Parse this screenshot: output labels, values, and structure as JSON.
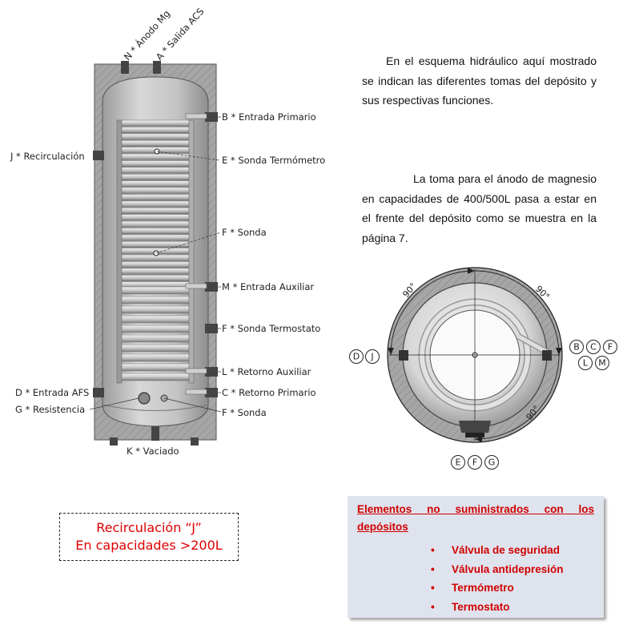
{
  "tank_labels": {
    "n_anode": "N * Ánodo Mg",
    "a_acs": "A * Salida ACS",
    "b_primario": "B * Entrada Primario",
    "j_recirc": "J * Recirculación",
    "e_sonda": "E * Sonda Termómetro",
    "f_sonda_mid": "F * Sonda",
    "m_auxiliar": "M * Entrada Auxiliar",
    "f_termostato": "F * Sonda Termostato",
    "l_retorno_aux": "L * Retorno Auxiliar",
    "d_afs": "D * Entrada AFS",
    "c_retorno_prim": "C * Retorno Primario",
    "g_resistencia": "G * Resistencia",
    "f_sonda_bottom": "F * Sonda",
    "k_vaciado": "K * Vaciado"
  },
  "paragraphs": {
    "p1": "En el esquema hidráulico aquí mostrado se indican las diferentes tomas del depósito y sus respectivas funciones.",
    "p2": "La toma para el ánodo de magnesio en capacidades de 400/500L pasa a estar en el frente del depósito como se muestra en la página 7."
  },
  "top_view": {
    "angle_top_left": "90°",
    "angle_top_right": "90°",
    "angle_bottom_right": "90°",
    "left_letters": [
      "D",
      "J"
    ],
    "right_letters_top": [
      "B",
      "C",
      "F"
    ],
    "right_letters_bottom": [
      "L",
      "M"
    ],
    "bottom_letters": [
      "E",
      "F",
      "G"
    ]
  },
  "note": {
    "line1": "Recirculación “J”",
    "line2": "En capacidades >200L"
  },
  "elements": {
    "title_line1": "Elementos no suministrados con los",
    "title_line2": "depósitos",
    "items": [
      "Válvula de seguridad",
      "Válvula antidepresión",
      "Termómetro",
      "Termostato"
    ],
    "bullet": "•"
  },
  "colors": {
    "insulation": "#a9a9a9",
    "tank_body": "#bdbdbd",
    "coil": "#d0d0d0",
    "red_text": "#e00000"
  }
}
